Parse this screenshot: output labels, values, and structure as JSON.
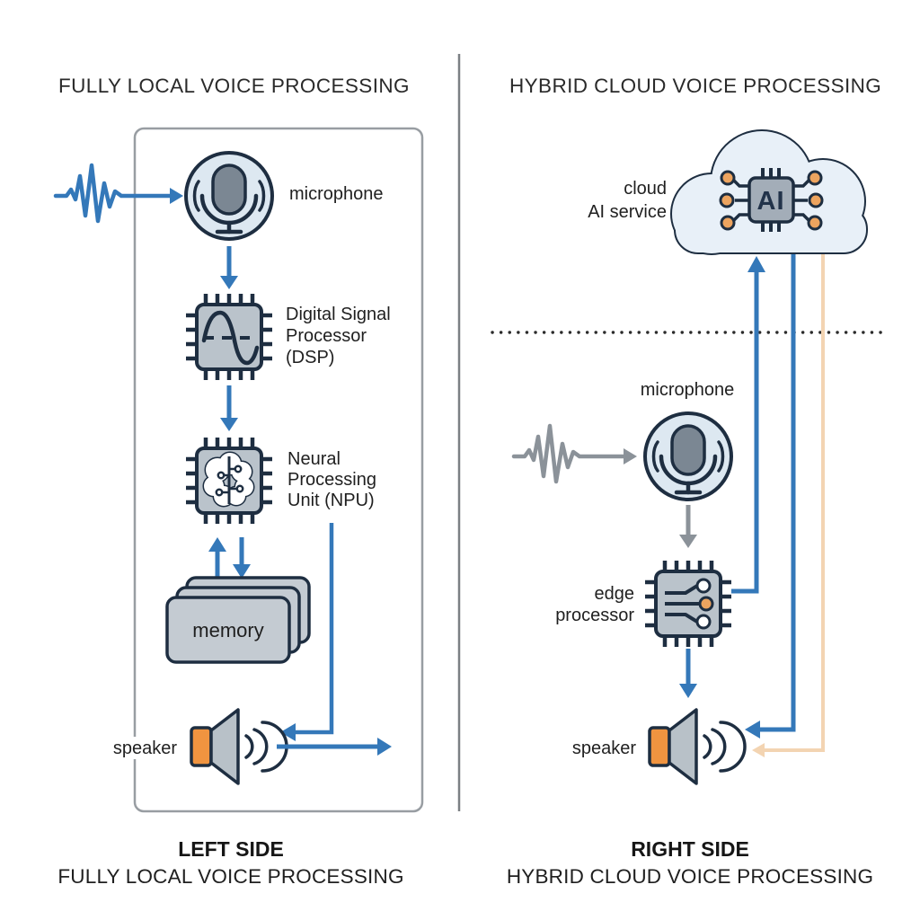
{
  "titles": {
    "left": "FULLY LOCAL VOICE PROCESSING",
    "right": "HYBRID CLOUD VOICE PROCESSING"
  },
  "left": {
    "microphone_label": "microphone",
    "dsp_label": [
      "Digital Signal",
      "Processor",
      "(DSP)"
    ],
    "npu_label": [
      "Neural",
      "Processing",
      "Unit (NPU)"
    ],
    "memory_label": "memory",
    "speaker_label": "speaker",
    "caption": [
      "LEFT SIDE",
      "FULLY LOCAL VOICE PROCESSING"
    ]
  },
  "right": {
    "cloud_label": [
      "cloud",
      "AI service"
    ],
    "cloud_chip_text": "AI",
    "microphone_label": "microphone",
    "edge_label": [
      "edge",
      "processor"
    ],
    "speaker_label": "speaker",
    "caption": [
      "RIGHT SIDE",
      "HYBRID CLOUD VOICE PROCESSING"
    ]
  },
  "colors": {
    "local_flow_blue": "#3478b9",
    "hybrid_input_gray": "#8b9299",
    "cloud_return_tan": "#f3d4b2",
    "outline_navy": "#1e2e41",
    "chip_fill": "#bac3cb",
    "memory_fill": "#c4cbd2",
    "mic_circle_fill": "#dde8f1",
    "cloud_fill": "#e8f0f8",
    "speaker_driver_orange": "#f09440",
    "circuit_node_orange": "#eda45f"
  }
}
